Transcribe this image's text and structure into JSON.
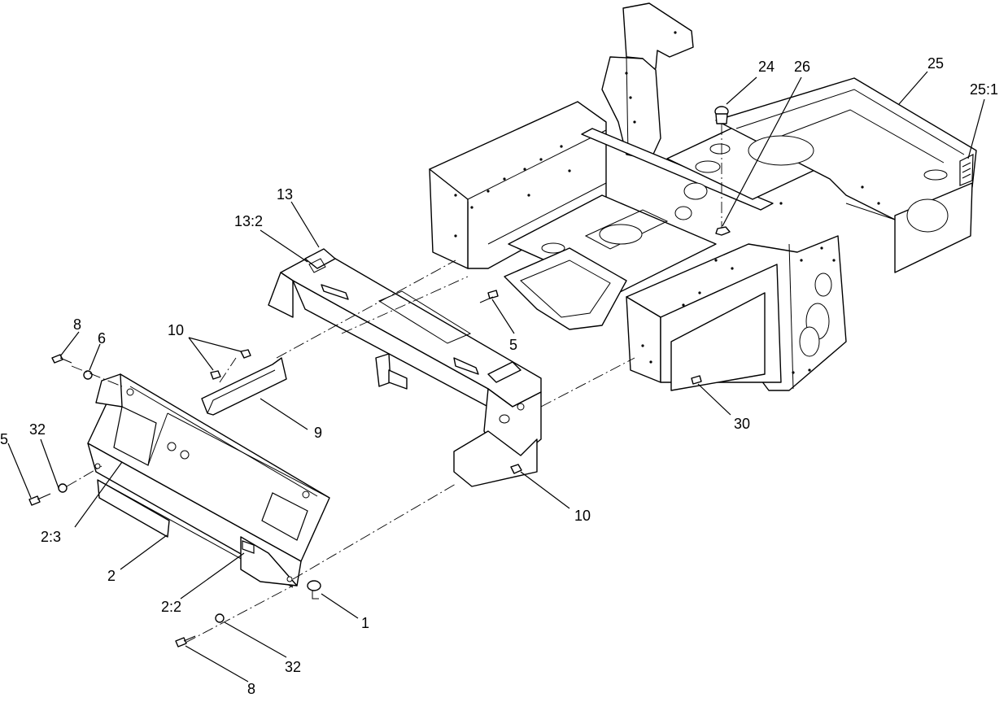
{
  "diagram": {
    "callouts": {
      "c24": "24",
      "c26": "26",
      "c25": "25",
      "c25_1": "25:1",
      "c13": "13",
      "c13_2": "13:2",
      "c8_top": "8",
      "c6": "6",
      "c10_top": "10",
      "c5_mid": "5",
      "c30": "30",
      "c9": "9",
      "c32_left": "32",
      "c5_left": "5",
      "c2_3": "2:3",
      "c10_bottom": "10",
      "c2": "2",
      "c2_2": "2:2",
      "c1": "1",
      "c32_bottom": "32",
      "c8_bottom": "8"
    }
  }
}
